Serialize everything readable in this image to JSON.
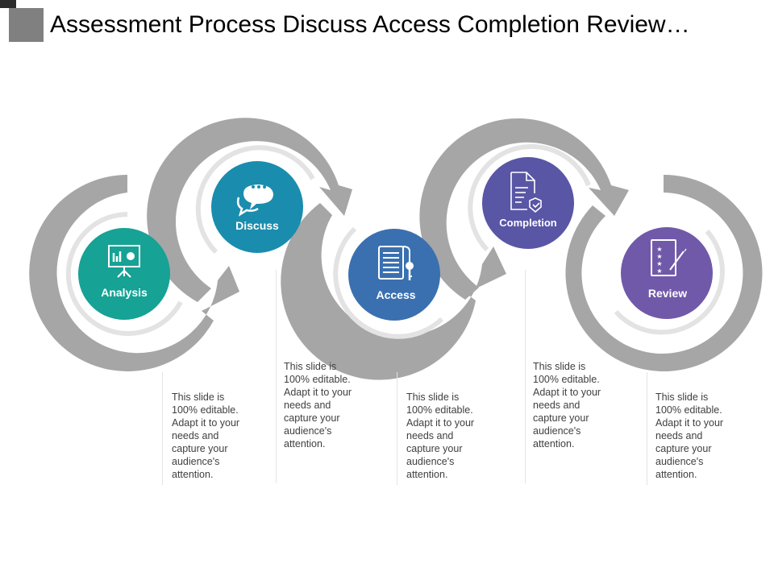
{
  "title": "Assessment Process Discuss Access Completion Review…",
  "colors": {
    "arrow": "#a6a6a6",
    "inner_arc": "#e3e3e3",
    "analysis": "#16a295",
    "discuss": "#1a8dae",
    "access": "#3a70b0",
    "completion": "#5956a6",
    "review": "#7159a9"
  },
  "steps": [
    {
      "label": "Analysis",
      "icon": "presentation-chart-icon",
      "description": "This slide is 100% editable. Adapt it to your needs and capture your audience's attention."
    },
    {
      "label": "Discuss",
      "icon": "chat-bubbles-icon",
      "description": "This slide is 100% editable. Adapt it to your needs and capture your audience's attention."
    },
    {
      "label": "Access",
      "icon": "document-key-icon",
      "description": "This slide is 100% editable. Adapt it to your needs and capture your audience's attention."
    },
    {
      "label": "Completion",
      "icon": "document-check-icon",
      "description": "This slide is 100% editable. Adapt it to your needs and capture your audience's attention."
    },
    {
      "label": "Review",
      "icon": "star-rating-pen-icon",
      "description": "This slide is 100% editable. Adapt it to your needs and capture your audience's attention."
    }
  ]
}
